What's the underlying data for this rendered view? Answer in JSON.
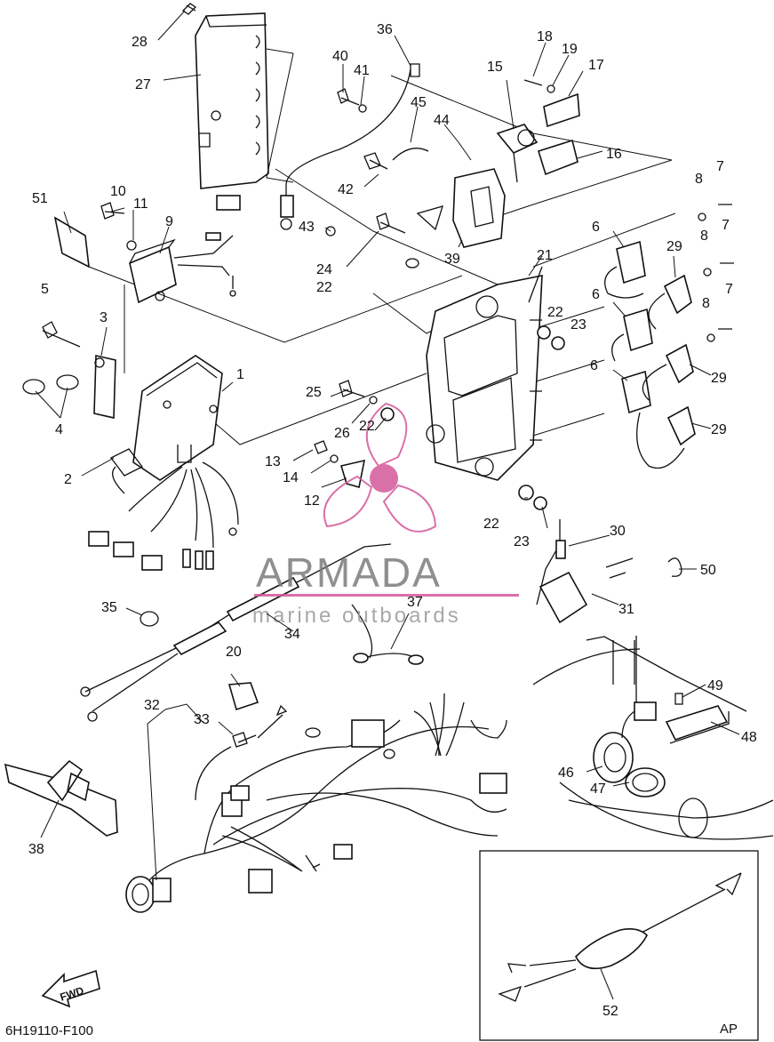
{
  "diagram": {
    "drawing_code": "6H19110-F100",
    "fwd_label": "FWD",
    "inset_label": "AP",
    "watermark": {
      "brand": "ARMADA",
      "tagline": "marine outboards"
    },
    "part_numbers": [
      "1",
      "2",
      "3",
      "4",
      "5",
      "6",
      "6",
      "6",
      "7",
      "7",
      "7",
      "8",
      "8",
      "8",
      "9",
      "10",
      "11",
      "12",
      "13",
      "14",
      "15",
      "16",
      "17",
      "18",
      "19",
      "20",
      "21",
      "22",
      "22",
      "22",
      "22",
      "23",
      "23",
      "24",
      "25",
      "26",
      "27",
      "28",
      "29",
      "29",
      "29",
      "30",
      "31",
      "32",
      "33",
      "34",
      "35",
      "36",
      "37",
      "38",
      "39",
      "40",
      "41",
      "42",
      "43",
      "44",
      "45",
      "46",
      "47",
      "48",
      "49",
      "50",
      "51",
      "52"
    ]
  }
}
